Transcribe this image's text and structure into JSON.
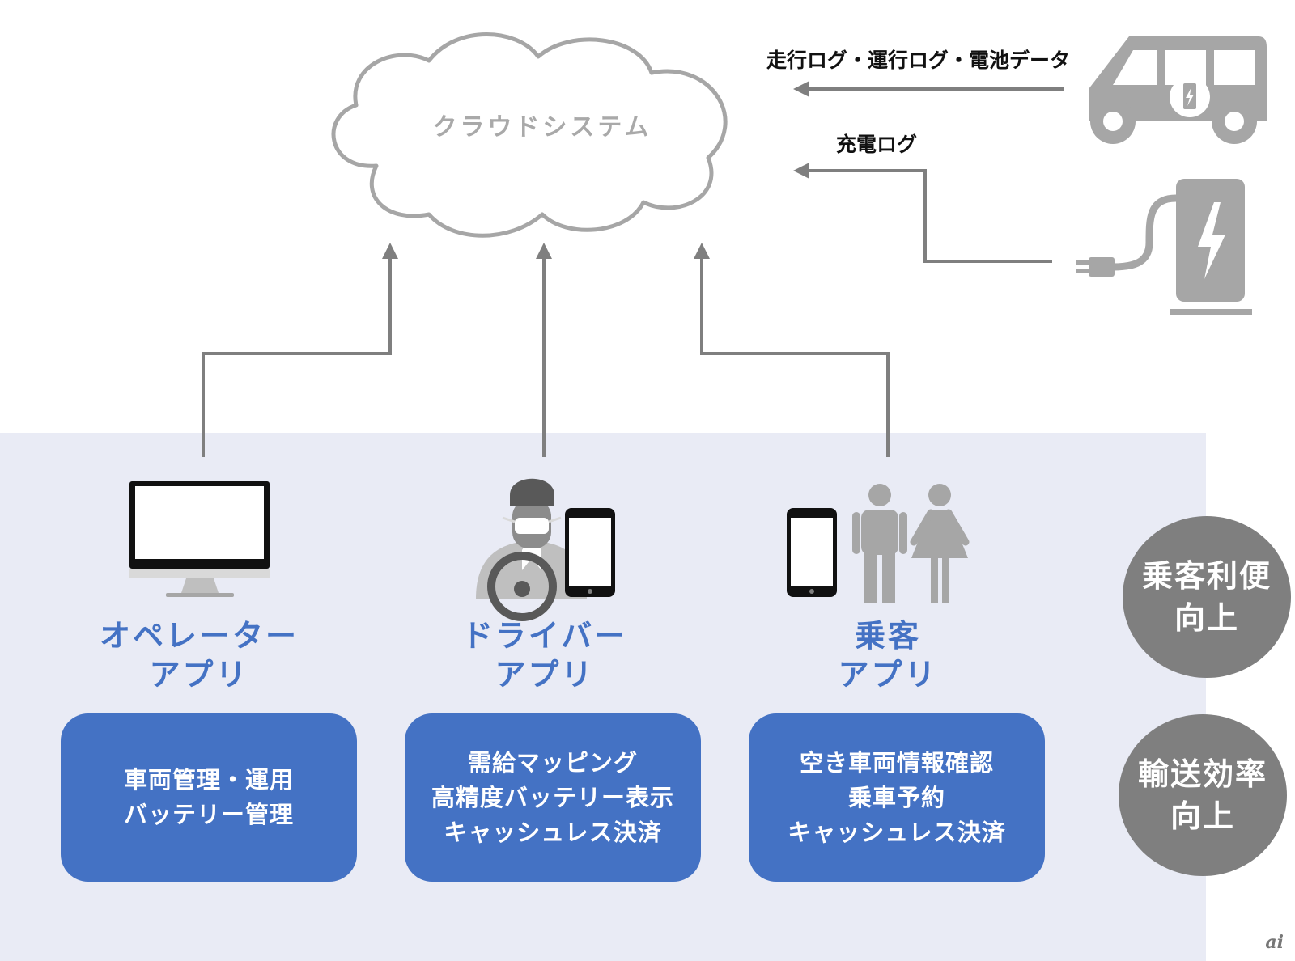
{
  "cloud": {
    "label": "クラウドシステム"
  },
  "edges": {
    "vehicle_data": "走行ログ・運行ログ・電池データ",
    "charging_log": "充電ログ"
  },
  "apps": [
    {
      "title_line1": "オペレーター",
      "title_line2": "アプリ",
      "features": [
        "車両管理・運用",
        "バッテリー管理"
      ]
    },
    {
      "title_line1": "ドライバー",
      "title_line2": "アプリ",
      "features": [
        "需給マッピング",
        "高精度バッテリー表示",
        "キャッシュレス決済"
      ]
    },
    {
      "title_line1": "乗客",
      "title_line2": "アプリ",
      "features": [
        "空き車両情報確認",
        "乗車予約",
        "キャッシュレス決済"
      ]
    }
  ],
  "benefits": [
    {
      "line1": "乗客利便",
      "line2": "向上"
    },
    {
      "line1": "輸送効率",
      "line2": "向上"
    }
  ],
  "watermark": "ai",
  "colors": {
    "accent_blue": "#4472c4",
    "panel_bg": "#e9ebf5",
    "arrow_gray": "#7f7f7f",
    "icon_gray": "#a6a6a6"
  },
  "icons": [
    "cloud-icon",
    "electric-tuk-tuk-icon",
    "ev-charger-icon",
    "monitor-icon",
    "driver-icon",
    "smartphone-icon",
    "passengers-icon"
  ]
}
